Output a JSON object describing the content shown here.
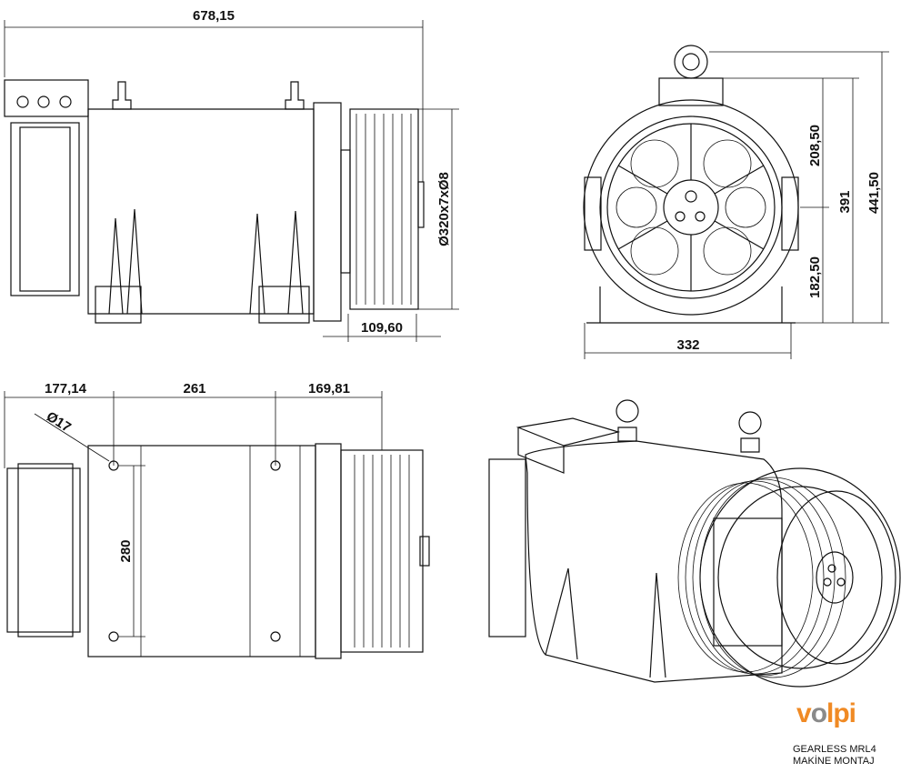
{
  "dimensions": {
    "overall_length": "678,15",
    "sheave": "Ø320x7xØ8",
    "sheave_offset": "109,60",
    "upper_height": "208,50",
    "lower_height": "182,50",
    "height_391": "391",
    "overall_height": "441,50",
    "width": "332",
    "foot_front": "177,14",
    "foot_span": "261",
    "foot_rear": "169,81",
    "hole_diameter": "Ø17",
    "foot_width": "280"
  },
  "brand": {
    "logo": "volpi",
    "logo_color": "#f08a24"
  },
  "caption": {
    "line1": "GEARLESS MRL4",
    "line2": "MAKİNE MONTAJ"
  }
}
